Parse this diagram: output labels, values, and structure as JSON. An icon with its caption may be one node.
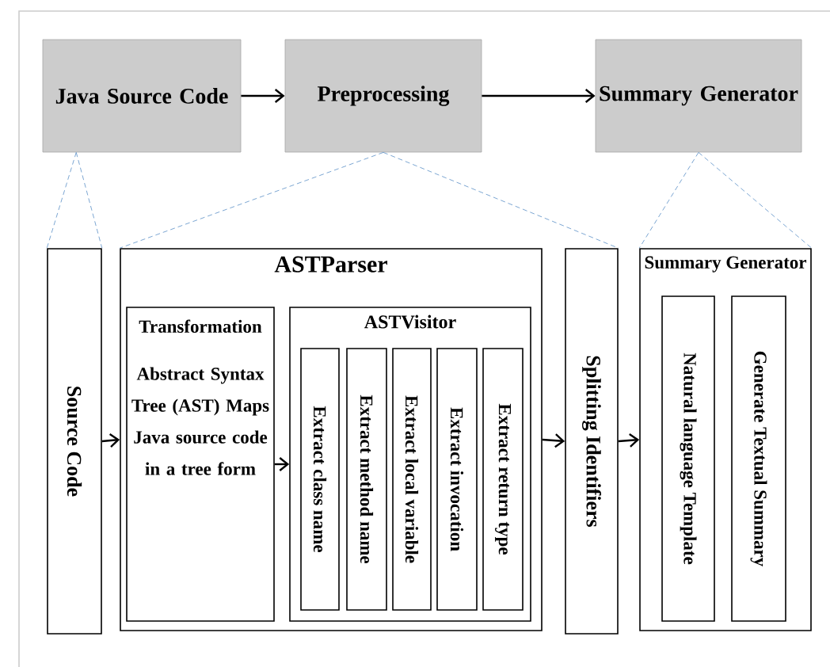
{
  "diagram": {
    "nodes": [
      {
        "text": [
          "Java Source Code"
        ]
      },
      {
        "text": [
          "Preprocessing"
        ]
      },
      {
        "text": [
          "Summary Generator"
        ]
      },
      {
        "text": [
          "Source Code"
        ]
      },
      {
        "text": [
          "ASTParser"
        ]
      },
      {
        "text": [
          "Transformation",
          "Abstract Syntax Tree (AST) Maps Java source code in a tree form"
        ],
        "in": 4
      },
      {
        "text": [
          "ASTVisitor"
        ],
        "in": 4
      },
      {
        "text": [
          "Extract class name"
        ],
        "in": 6
      },
      {
        "text": [
          "Extract method name"
        ],
        "in": 6
      },
      {
        "text": [
          "Extract local variable"
        ],
        "in": 6
      },
      {
        "text": [
          "Extract invocation"
        ],
        "in": 6
      },
      {
        "text": [
          "Extract return type"
        ],
        "in": 6
      },
      {
        "text": [
          "Splitting Identifiers"
        ]
      },
      {
        "text": [
          "Summary Generator"
        ]
      },
      {
        "text": [
          "Natural language Template"
        ],
        "in": 13
      },
      {
        "text": [
          "Generate Textual Summary"
        ],
        "in": 13
      }
    ],
    "edges": [
      {
        "from": 0,
        "to": 1,
        "arrow": "to"
      },
      {
        "from": 1,
        "to": 2,
        "arrow": "to"
      },
      {
        "from": 0,
        "to": 3,
        "arrow": "none",
        "style": "dashed",
        "color": "#5b8fc7"
      },
      {
        "from": 0,
        "to": 3,
        "arrow": "none",
        "style": "dashed",
        "color": "#5b8fc7"
      },
      {
        "from": 1,
        "to": 4,
        "arrow": "none",
        "style": "dashed",
        "color": "#5b8fc7"
      },
      {
        "from": 1,
        "to": 12,
        "arrow": "none",
        "style": "dashed",
        "color": "#5b8fc7"
      },
      {
        "from": 2,
        "to": 13,
        "arrow": "none",
        "style": "dashed",
        "color": "#5b8fc7"
      },
      {
        "from": 2,
        "to": 13,
        "arrow": "none",
        "style": "dashed",
        "color": "#5b8fc7"
      },
      {
        "from": 3,
        "to": 4,
        "arrow": "to"
      },
      {
        "from": 5,
        "to": 6,
        "arrow": "to"
      },
      {
        "from": 4,
        "to": 12,
        "arrow": "to"
      },
      {
        "from": 12,
        "to": 13,
        "arrow": "to"
      }
    ]
  }
}
